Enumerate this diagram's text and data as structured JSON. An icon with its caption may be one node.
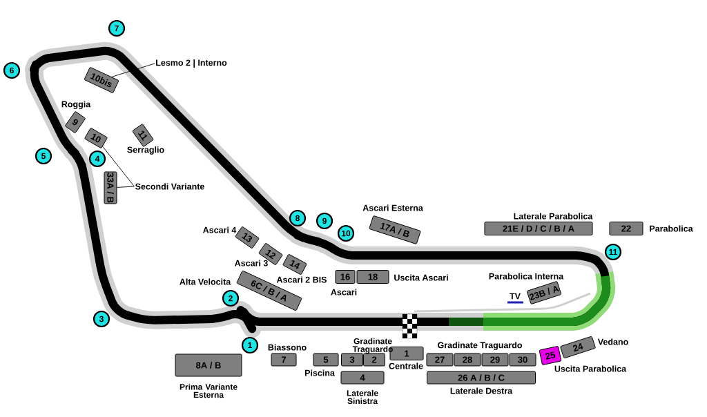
{
  "diagram": {
    "nodes": [
      {
        "text": [
          "7"
        ]
      },
      {
        "text": [
          "6"
        ]
      },
      {
        "text": [
          "Lesmo 2 | Interno"
        ]
      },
      {
        "text": [
          "10bis"
        ]
      },
      {
        "text": [
          "9"
        ]
      },
      {
        "text": [
          "10"
        ]
      },
      {
        "text": [
          "11"
        ]
      },
      {
        "text": [
          "5"
        ]
      },
      {
        "text": [
          "4"
        ]
      },
      {
        "text": [
          "33A / B"
        ]
      },
      {
        "text": [
          "Secondi Variante"
        ]
      },
      {
        "text": [
          "8"
        ]
      },
      {
        "text": [
          "9"
        ]
      },
      {
        "text": [
          "10"
        ]
      },
      {
        "text": [
          "17A / B"
        ]
      },
      {
        "text": [
          "21E / D / C / B / A"
        ]
      },
      {
        "text": [
          "22"
        ]
      },
      {
        "text": [
          "13"
        ]
      },
      {
        "text": [
          "12"
        ]
      },
      {
        "text": [
          "11"
        ]
      },
      {
        "text": [
          "14"
        ]
      },
      {
        "text": [
          "16"
        ]
      },
      {
        "text": [
          "18"
        ]
      },
      {
        "text": [
          "6C / B / A"
        ]
      },
      {
        "text": [
          "23B / A"
        ]
      },
      {
        "text": [
          "2"
        ]
      },
      {
        "text": [
          "3"
        ]
      },
      {
        "text": [
          "1"
        ]
      },
      {
        "text": [
          "24"
        ]
      },
      {
        "text": [
          "1"
        ]
      },
      {
        "text": [
          "25"
        ]
      },
      {
        "text": [
          "8A / B"
        ]
      },
      {
        "text": [
          "7"
        ]
      },
      {
        "text": [
          "5"
        ]
      },
      {
        "text": [
          "3"
        ]
      },
      {
        "text": [
          "2"
        ]
      },
      {
        "text": [
          "27"
        ]
      },
      {
        "text": [
          "28"
        ]
      },
      {
        "text": [
          "29"
        ]
      },
      {
        "text": [
          "30"
        ]
      },
      {
        "text": [
          "4"
        ]
      },
      {
        "text": [
          "26 A / B / C"
        ]
      }
    ],
    "edges": [
      {
        "from": 2,
        "to": 3,
        "arrow": "none"
      },
      {
        "from": 10,
        "to": 5,
        "arrow": "none"
      },
      {
        "from": 10,
        "to": 9,
        "arrow": "none"
      }
    ],
    "labels": [
      "Roggia",
      "Serraglio",
      "Ascari Esterna",
      "Laterale Parabolica",
      "Ascari 4",
      "Parabolica",
      "Ascari 3",
      "Parabolica Interna",
      "Alta Velocita",
      "Ascari 2 BIS",
      "Uscita Ascari",
      "Ascari",
      "TV",
      "Gradinate Traguardo",
      "Vedano",
      "Biassono",
      "Gradinate Traguardo",
      "Piscina",
      "Centrale",
      "Uscita Parabolica",
      "Prima Variante Esterna",
      "Laterale Sinistra",
      "Laterale Destra"
    ]
  }
}
